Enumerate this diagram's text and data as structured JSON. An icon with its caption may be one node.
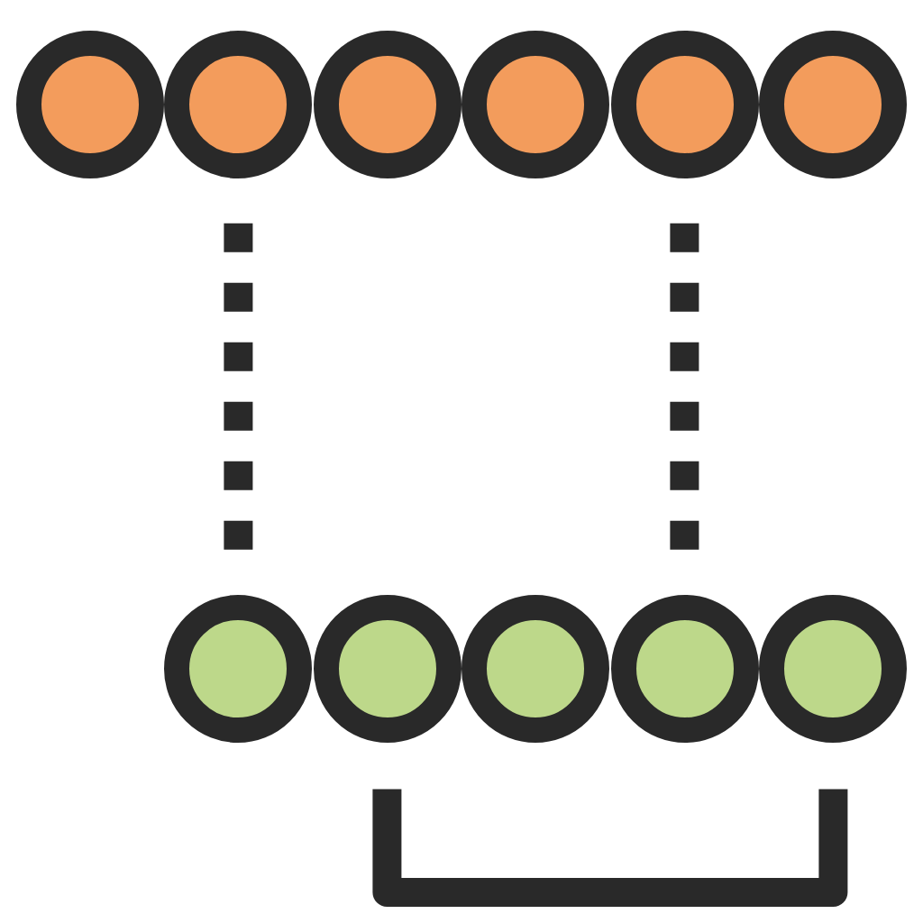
{
  "diagram": {
    "nodes": [
      {
        "text": [],
        "shape": "circle"
      },
      {
        "text": [],
        "shape": "circle"
      },
      {
        "text": [],
        "shape": "circle"
      },
      {
        "text": [],
        "shape": "circle"
      },
      {
        "text": [],
        "shape": "circle"
      },
      {
        "text": [],
        "shape": "circle"
      },
      {
        "text": [],
        "shape": "circle"
      },
      {
        "text": [],
        "shape": "circle"
      },
      {
        "text": [],
        "shape": "circle"
      },
      {
        "text": [],
        "shape": "circle"
      },
      {
        "text": [],
        "shape": "circle"
      }
    ],
    "edges": [
      {
        "from": 1,
        "to": 6,
        "arrow": "none",
        "style": "dashed"
      },
      {
        "from": 4,
        "to": 9,
        "arrow": "none",
        "style": "dashed"
      }
    ]
  }
}
